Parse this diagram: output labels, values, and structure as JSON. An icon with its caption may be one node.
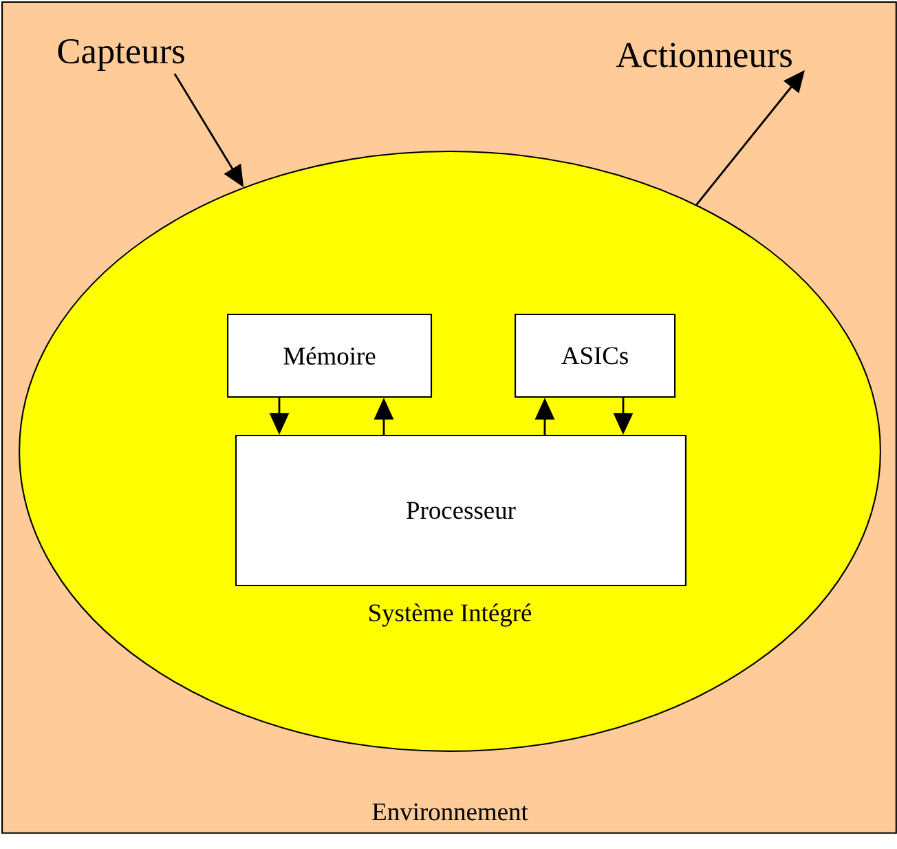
{
  "diagram": {
    "nodes": [
      {
        "text": [
          "Environnement"
        ]
      },
      {
        "text": [
          "Capteurs"
        ],
        "in": 0
      },
      {
        "text": [
          "Actionneurs"
        ],
        "in": 0
      },
      {
        "text": [
          "Système Intégré"
        ],
        "in": 0
      },
      {
        "text": [
          "Mémoire"
        ],
        "in": 3
      },
      {
        "text": [
          "ASICs"
        ],
        "in": 3
      },
      {
        "text": [
          "Processeur"
        ],
        "in": 3
      }
    ],
    "edges": [
      {
        "from": 1,
        "to": 3,
        "arrow": "to"
      },
      {
        "from": 3,
        "to": 2,
        "arrow": "to"
      },
      {
        "from": 4,
        "to": 6,
        "arrow": "to"
      },
      {
        "from": 6,
        "to": 4,
        "arrow": "to"
      },
      {
        "from": 6,
        "to": 5,
        "arrow": "to"
      },
      {
        "from": 5,
        "to": 6,
        "arrow": "to"
      }
    ]
  }
}
